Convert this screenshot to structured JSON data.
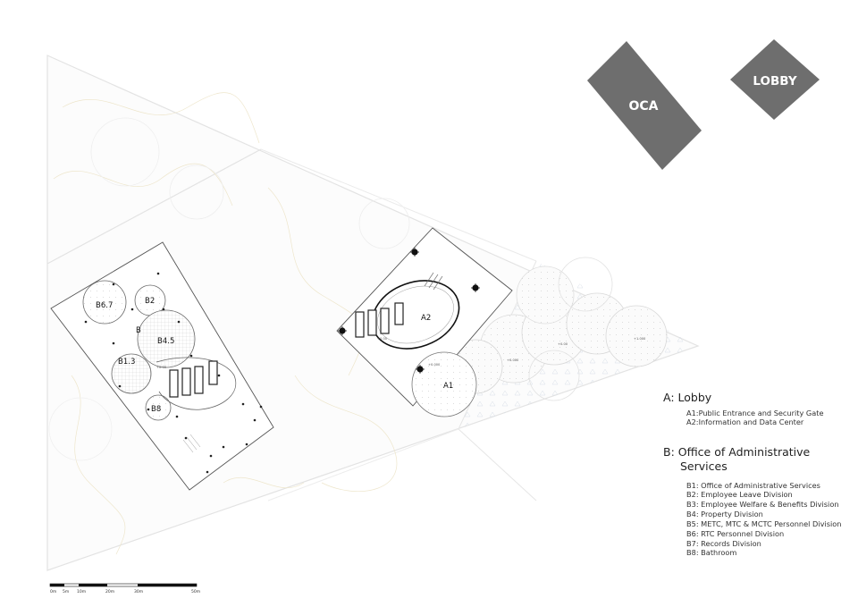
{
  "tags": {
    "oca": "OCA",
    "lobby": "LOBBY",
    "color": "#6e6e6e"
  },
  "rooms": {
    "b67": "B6.7",
    "b2": "B2",
    "b": "B",
    "b45": "B4.5",
    "b13": "B1.3",
    "b8": "B8",
    "a2": "A2",
    "a1": "A1"
  },
  "levels": {
    "l1": "+0.00",
    "l2": "+0.00",
    "l3": "+0.000",
    "l4": "+0.000",
    "l5": "+0.00",
    "l6": "+1.000"
  },
  "scale_bar": {
    "labels": [
      "0m",
      "5m",
      "10m",
      "20m",
      "30m",
      "50m"
    ]
  },
  "legend": {
    "a_heading": "A: Lobby",
    "a_items": [
      "A1:Public Entrance and Security Gate",
      "A2:Information and Data Center"
    ],
    "b_heading_line1": "B: Office of Administrative",
    "b_heading_line2": "Services",
    "b_items": [
      "B1: Office of Administrative Services",
      "B2: Employee Leave Division",
      "B3: Employee Welfare & Benefits Division",
      "B4: Property Division",
      "B5: METC, MTC & MCTC Personnel Division",
      "B6: RTC Personnel Division",
      "B7: Records Division",
      "B8: Bathroom"
    ]
  }
}
